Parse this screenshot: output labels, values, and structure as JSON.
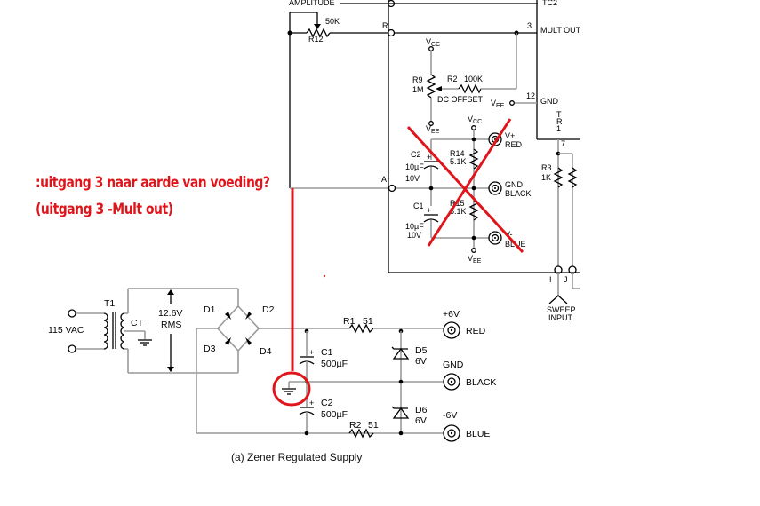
{
  "annotation": {
    "line1": ":uitgang 3 naar aarde van voeding?",
    "line2": "(uitgang 3 -Mult out)",
    "color": "#e0151b"
  },
  "caption": "(a) Zener Regulated Supply",
  "top_circuit": {
    "amplitude_label": "AMPLITUDE",
    "ic_top_label": "TC2",
    "r12": {
      "name": "R12",
      "value": "50K"
    },
    "pin_r": "R",
    "pin_3": "3",
    "mult_out": "MULT OUT",
    "vcc_label": "V",
    "vcc_sub": "CC",
    "vee_label": "V",
    "vee_sub": "EE",
    "r9": {
      "name": "R9",
      "value": "1M"
    },
    "r2": {
      "name": "R2",
      "value": "100K"
    },
    "dc_offset": "DC OFFSET",
    "pin_12": "12",
    "gnd": "GND",
    "tr1": [
      "T",
      "R",
      "1"
    ],
    "pin_7": "7",
    "pin_a": "A",
    "c2": {
      "name": "C2",
      "value": "10µF",
      "voltage": "10V"
    },
    "c1": {
      "name": "C1",
      "value": "10µF",
      "voltage": "10V"
    },
    "r14": {
      "name": "R14",
      "value": "5.1K"
    },
    "r15": {
      "name": "R15",
      "value": "5.1K"
    },
    "vplus": "V+",
    "red": "RED",
    "gnd_black_1": "GND",
    "gnd_black_2": "BLACK",
    "vminus": "V-",
    "blue": "BLUE",
    "r3": {
      "name": "R3",
      "value": "1K"
    },
    "pin_i": "I",
    "pin_j": "J",
    "sweep_1": "SWEEP",
    "sweep_2": "INPUT"
  },
  "supply": {
    "t1": "T1",
    "ac_in": "115 VAC",
    "ct": "CT",
    "rms_1": "12.6V",
    "rms_2": "RMS",
    "d1": "D1",
    "d2": "D2",
    "d3": "D3",
    "d4": "D4",
    "r1": {
      "name": "R1",
      "value": "51"
    },
    "r2": {
      "name": "R2",
      "value": "51"
    },
    "c1": {
      "name": "C1",
      "value": "500µF"
    },
    "c2": {
      "name": "C2",
      "value": "500µF"
    },
    "d5": {
      "name": "D5",
      "value": "6V"
    },
    "d6": {
      "name": "D6",
      "value": "6V"
    },
    "plus6": "+6V",
    "gnd": "GND",
    "minus6": "-6V",
    "red": "RED",
    "black": "BLACK",
    "blue": "BLUE"
  }
}
